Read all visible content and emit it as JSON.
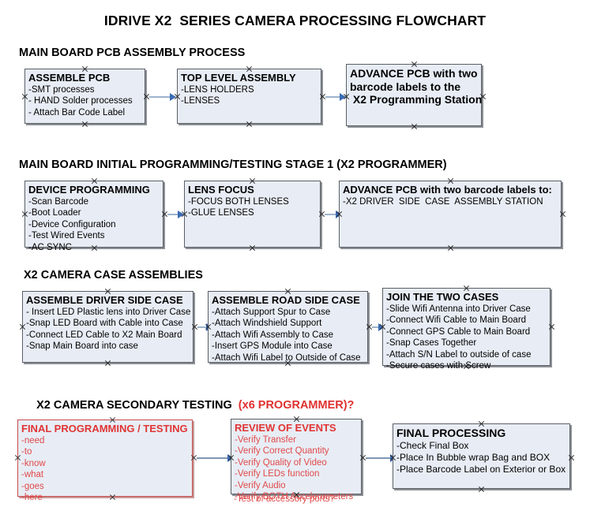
{
  "document": {
    "title": "IDRIVE X2  SERIES CAMERA PROCESSING FLOWCHART",
    "accent_red": "#e03434",
    "box_fill": "#e8edf5",
    "box_border": "#5a5f66",
    "connector_color": "#9cb4cc",
    "arrow_color": "#3b6bb5"
  },
  "sections": [
    {
      "id": "main-board-pcb-assembly-process",
      "heading": "MAIN BOARD PCB ASSEMBLY PROCESS",
      "heading_red_suffix": "",
      "boxes": [
        {
          "id": "assemble-pcb",
          "title": "ASSEMBLE PCB",
          "lines": [
            "-SMT processes",
            "- HAND Solder processes",
            "- Attach Bar Code Label"
          ]
        },
        {
          "id": "top-level-assembly",
          "title": "TOP LEVEL ASSEMBLY",
          "lines": [
            "-LENS HOLDERS",
            "-LENSES"
          ]
        },
        {
          "id": "advance-pcb-to-x2-programming-station",
          "title": "ADVANCE PCB with two",
          "title_lines": [
            "ADVANCE PCB with two",
            "barcode labels to the",
            " X2 Programming Station"
          ],
          "lines": []
        }
      ]
    },
    {
      "id": "main-board-initial-programming",
      "heading": "MAIN BOARD INITIAL PROGRAMMING/TESTING STAGE 1 (X2 PROGRAMMER)",
      "heading_red_suffix": "",
      "boxes": [
        {
          "id": "device-programming",
          "title": "DEVICE PROGRAMMING",
          "lines": [
            "-Scan Barcode",
            "-Boot Loader",
            "-Device Configuration",
            "-Test Wired Events",
            "-AC SYNC"
          ]
        },
        {
          "id": "lens-focus",
          "title": "LENS FOCUS",
          "lines": [
            "-FOCUS BOTH LENSES",
            "-GLUE LENSES"
          ]
        },
        {
          "id": "advance-pcb-to-driver-side-case-assembly",
          "title": "ADVANCE PCB with two barcode labels to:",
          "lines": [
            "-X2 DRIVER  SIDE  CASE  ASSEMBLY STATION"
          ]
        }
      ]
    },
    {
      "id": "x2-camera-case-assemblies",
      "heading": "X2 CAMERA CASE ASSEMBLIES",
      "heading_red_suffix": "",
      "boxes": [
        {
          "id": "assemble-driver-side-case",
          "title": "ASSEMBLE DRIVER SIDE CASE",
          "lines": [
            "- Insert LED Plastic lens into Driver Case",
            "-Snap LED Board with Cable into Case",
            "-Connect LED Cable to X2 Main Board",
            "-Snap Main Board into case"
          ]
        },
        {
          "id": "assemble-road-side-case",
          "title": "ASSEMBLE ROAD SIDE CASE",
          "lines": [
            "-Attach Support Spur to Case",
            "-Attach Windshield Support",
            "-Attach Wifi Assembly to Case",
            "-Insert GPS Module into Case",
            "-Attach Wifi Label to Outside of Case"
          ]
        },
        {
          "id": "join-the-two-cases",
          "title": "JOIN THE TWO CASES",
          "lines": [
            "-Slide Wifi Antenna into Driver Case",
            "-Connect Wifi Cable to Main Board",
            "-Connect GPS Cable to Main Board",
            "-Snap Cases Together",
            "-Attach S/N Label to outside of case",
            "-Secure cases with Screw"
          ]
        }
      ]
    },
    {
      "id": "x2-camera-secondary-testing",
      "heading": "X2 CAMERA SECONDARY TESTING  ",
      "heading_red_suffix": "(x6 PROGRAMMER)?",
      "boxes": [
        {
          "id": "final-programming-testing",
          "title": "FINAL PROGRAMMING / TESTING",
          "lines": [
            "-need",
            "-to",
            "-know",
            "-what",
            "-goes",
            "-here"
          ]
        },
        {
          "id": "review-of-events",
          "title": "REVIEW OF EVENTS",
          "lines": [
            "-Verify Transfer",
            "-Verify Correct Quantity",
            "-Verify Quality of Video",
            "-Verify LEDs function",
            "-Verify Audio",
            "-Verify BOTH Accelerometers"
          ],
          "overflow_line": "-Test of accessory ports?"
        },
        {
          "id": "final-processing",
          "title": "FINAL PROCESSING",
          "lines": [
            "-Check Final Box",
            "-Place In Bubble wrap Bag and BOX",
            "-Place Barcode Label on Exterior or Box"
          ]
        }
      ]
    }
  ]
}
